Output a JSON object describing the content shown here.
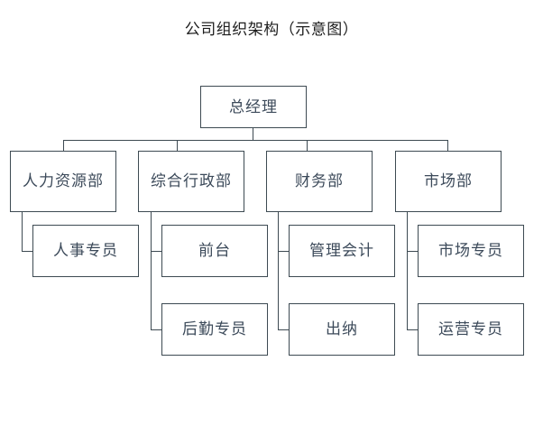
{
  "page": {
    "title": "公司组织架构（示意图）",
    "background_color": "#ffffff",
    "border_color": "#3d4a52",
    "node_text_color": "#3c4a5a",
    "title_color": "#1d1d1d"
  },
  "chart_data": {
    "type": "diagram",
    "diagram_type": "org-chart",
    "title": "公司组织架构（示意图）",
    "orientation": "top-down with left-elbow child branches",
    "levels": 3,
    "nodes": [
      {
        "id": "gm",
        "label": "总经理",
        "level": 0,
        "parent": null
      },
      {
        "id": "hr",
        "label": "人力资源部",
        "level": 1,
        "parent": "gm"
      },
      {
        "id": "admin",
        "label": "综合行政部",
        "level": 1,
        "parent": "gm"
      },
      {
        "id": "finance",
        "label": "财务部",
        "level": 1,
        "parent": "gm"
      },
      {
        "id": "marketing",
        "label": "市场部",
        "level": 1,
        "parent": "gm"
      },
      {
        "id": "hr1",
        "label": "人事专员",
        "level": 2,
        "parent": "hr"
      },
      {
        "id": "admin1",
        "label": "前台",
        "level": 2,
        "parent": "admin"
      },
      {
        "id": "admin2",
        "label": "后勤专员",
        "level": 2,
        "parent": "admin"
      },
      {
        "id": "fin1",
        "label": "管理会计",
        "level": 2,
        "parent": "finance"
      },
      {
        "id": "fin2",
        "label": "出纳",
        "level": 2,
        "parent": "finance"
      },
      {
        "id": "mkt1",
        "label": "市场专员",
        "level": 2,
        "parent": "marketing"
      },
      {
        "id": "mkt2",
        "label": "运营专员",
        "level": 2,
        "parent": "marketing"
      }
    ],
    "edges": [
      {
        "from": "gm",
        "to": "hr"
      },
      {
        "from": "gm",
        "to": "admin"
      },
      {
        "from": "gm",
        "to": "finance"
      },
      {
        "from": "gm",
        "to": "marketing"
      },
      {
        "from": "hr",
        "to": "hr1"
      },
      {
        "from": "admin",
        "to": "admin1"
      },
      {
        "from": "admin",
        "to": "admin2"
      },
      {
        "from": "finance",
        "to": "fin1"
      },
      {
        "from": "finance",
        "to": "fin2"
      },
      {
        "from": "marketing",
        "to": "mkt1"
      },
      {
        "from": "marketing",
        "to": "mkt2"
      }
    ]
  },
  "nodes": {
    "gm": {
      "label": "总经理"
    },
    "hr": {
      "label": "人力资源部"
    },
    "admin": {
      "label": "综合行政部"
    },
    "finance": {
      "label": "财务部"
    },
    "marketing": {
      "label": "市场部"
    },
    "hr1": {
      "label": "人事专员"
    },
    "admin1": {
      "label": "前台"
    },
    "admin2": {
      "label": "后勤专员"
    },
    "fin1": {
      "label": "管理会计"
    },
    "fin2": {
      "label": "出纳"
    },
    "mkt1": {
      "label": "市场专员"
    },
    "mkt2": {
      "label": "运营专员"
    }
  }
}
